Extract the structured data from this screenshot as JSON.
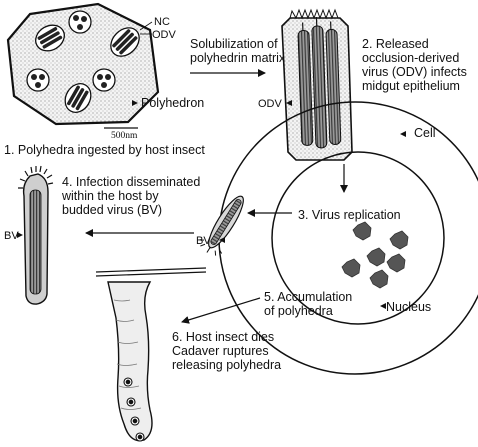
{
  "stage1": {
    "nc": "NC",
    "odv": "ODV",
    "polyhedron": "Polyhedron",
    "scale": "500nm",
    "caption": "1. Polyhedra ingested by host insect"
  },
  "solubilization": {
    "line1": "Solubilization of",
    "line2": "polyhedrin matrix"
  },
  "stage2": {
    "line1": "2. Released",
    "line2": "occlusion-derived",
    "line3": "virus (ODV) infects",
    "line4": "midgut epithelium",
    "odv_label": "ODV"
  },
  "cell_label": "Cell",
  "stage3": "3. Virus replication",
  "stage4": {
    "line1": "4. Infection disseminated",
    "line2": "within the host by",
    "line3": "budded virus (BV)",
    "bv_left": "BV",
    "bv_cell": "BV"
  },
  "stage5": {
    "line1": "5. Accumulation",
    "line2": "of polyhedra"
  },
  "nucleus_label": "Nucleus",
  "stage6": {
    "line1": "6. Host insect dies",
    "line2": "Cadaver ruptures",
    "line3": "releasing polyhedra"
  },
  "colors": {
    "polyhedra": "#555555",
    "ink": "#111111",
    "stipple": "#bfbfbf"
  }
}
